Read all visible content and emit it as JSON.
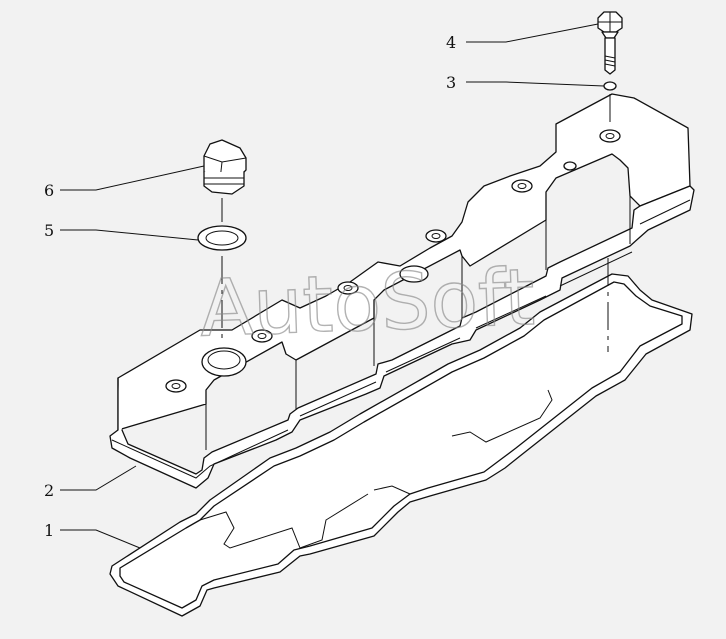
{
  "diagram": {
    "watermark": "AutoSoft",
    "callouts": [
      {
        "id": "1",
        "label": "1"
      },
      {
        "id": "2",
        "label": "2"
      },
      {
        "id": "3",
        "label": "3"
      },
      {
        "id": "4",
        "label": "4"
      },
      {
        "id": "5",
        "label": "5"
      },
      {
        "id": "6",
        "label": "6"
      }
    ],
    "colors": {
      "background": "#f2f2f2",
      "line": "#111111",
      "watermark": "#8a8a8a"
    }
  }
}
